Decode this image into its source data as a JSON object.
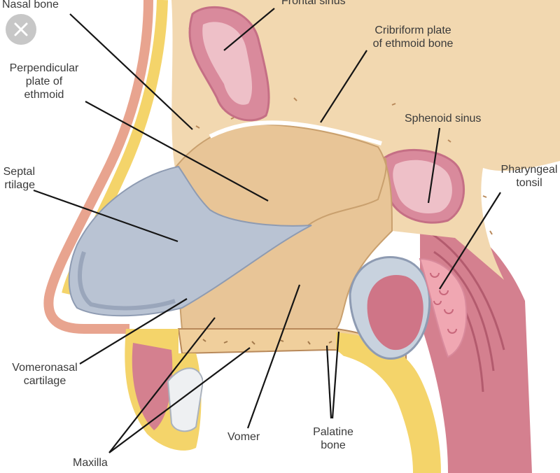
{
  "colors": {
    "bone": "#e9c595",
    "bone_light": "#f3dcb6",
    "cartilage": "#b9c3d3",
    "sinus": "#d98a9c",
    "sinus_inner": "#eec0c8",
    "skin": "#efb9a1",
    "fat": "#f4d46a",
    "muscle": "#cf7587",
    "line": "#151515"
  },
  "close_icon": "close-icon",
  "labels": {
    "nasal_bone": "Nasal bone",
    "frontal_sinus": "Frontal sinus",
    "cribriform": [
      "Cribriform plate",
      "of ethmoid bone"
    ],
    "perpendicular": [
      "Perpendicular",
      "plate of",
      "ethmoid"
    ],
    "sphenoid": "Sphenoid sinus",
    "septal": [
      "Septal",
      "rtilage"
    ],
    "pharyngeal": [
      "Pharyngeal",
      "tonsil"
    ],
    "vomeronasal": [
      "Vomeronasal",
      "cartilage"
    ],
    "vomer": "Vomer",
    "palatine": [
      "Palatine",
      "bone"
    ],
    "maxilla": "Maxilla"
  }
}
